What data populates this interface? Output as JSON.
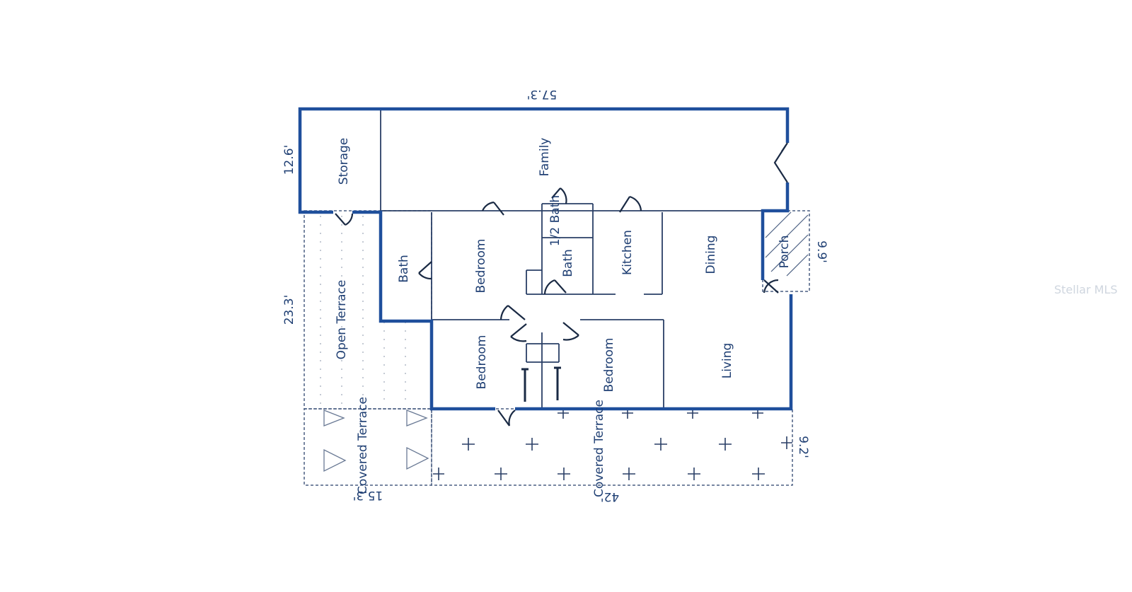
{
  "plan": {
    "rooms": {
      "storage": "Storage",
      "family": "Family",
      "half_bath": "1/2 Bath",
      "bath_west": "Bath",
      "bedroom_north": "Bedroom",
      "bath_center": "Bath",
      "kitchen": "Kitchen",
      "dining": "Dining",
      "porch": "Porch",
      "open_terrace": "Open Terrace",
      "bedroom_southwest": "Bedroom",
      "bedroom_southeast": "Bedroom",
      "living": "Living",
      "covered_terrace_west": "Covered Terrace",
      "covered_terrace_south": "Covered Terrace"
    },
    "dimensions": {
      "top_width": "57.3'",
      "left_height_upper": "12.6'",
      "left_height_lower": "23.3'",
      "porch_depth": "9.9'",
      "covered_terrace_depth": "9.2'",
      "covered_terrace_west_width": "15.3'",
      "covered_terrace_south_width": "42'"
    },
    "watermark": "Stellar MLS",
    "colors": {
      "wall": "#1f4f9c",
      "line": "#2a3f66",
      "text": "#1f3f73",
      "background": "#ffffff"
    }
  }
}
